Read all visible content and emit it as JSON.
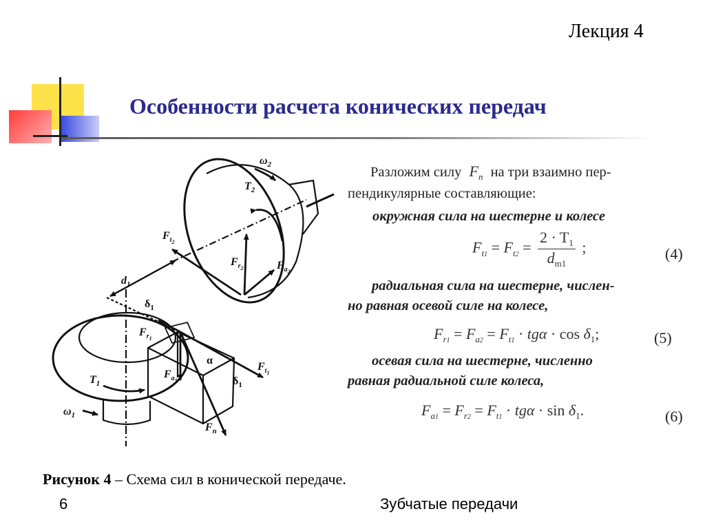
{
  "header": {
    "lecture": "Лекция 4",
    "title": "Особенности расчета конических передач"
  },
  "deco_colors": {
    "yellow": "#ffe24a",
    "red": "#ff4a4a",
    "blue": "#4a5ae6",
    "line": "#222222"
  },
  "figure": {
    "labels": {
      "omega2": "ω",
      "omega2_sub": "2",
      "T2": "T",
      "T2_sub": "2",
      "Ft2": "F",
      "Ft2_sub": "t",
      "Ft2_subsub": "2",
      "Fr2": "F",
      "Fr2_sub": "r",
      "Fr2_subsub": "2",
      "Fa2": "F",
      "Fa2_sub": "a",
      "Fa2_subsub": "2",
      "d1": "d",
      "d1_sub": "1",
      "delta1_top": "δ",
      "delta1_top_sub": "1",
      "Fr1": "F",
      "Fr1_sub": "r",
      "Fr1_subsub": "1",
      "alpha": "α",
      "Ft1": "F",
      "Ft1_sub": "t",
      "Ft1_subsub": "1",
      "T1": "T",
      "T1_sub": "1",
      "Fa1": "F",
      "Fa1_sub": "a",
      "Fa1_subsub": "1",
      "delta1_right": "δ",
      "delta1_right_sub": "1",
      "omega1": "ω",
      "omega1_sub": "1",
      "Fn": "F",
      "Fn_sub": "n"
    }
  },
  "text": {
    "intro_a": "Разложим силу",
    "intro_F": "F",
    "intro_n": "n",
    "intro_b": "на три взаимно пер-",
    "intro_c": "пендикулярные составляющие:",
    "h1": "окружная сила на шестерне и колесе",
    "h2a": "радиальная сила на шестерне, числен-",
    "h2b": "но равная осевой силе на колесе,",
    "h3a": "осевая сила на шестерне, численно",
    "h3b": "равная радиальной силе колеса,"
  },
  "formulas": {
    "f4": {
      "F": "F",
      "t": "t",
      "one": "1",
      "two": "2",
      "eq": "=",
      "num": "2 · T",
      "num_sub": "1",
      "den": "d",
      "den_sub": "m1",
      "end": ";",
      "number": "(4)"
    },
    "f5": {
      "F": "F",
      "r": "r",
      "a": "a",
      "t": "t",
      "one": "1",
      "two": "2",
      "eq": "=",
      "dot": "·",
      "tg": "tgα",
      "cos": "cos",
      "delta": "δ",
      "end": ";",
      "number": "(5)"
    },
    "f6": {
      "F": "F",
      "r": "r",
      "a": "a",
      "t": "t",
      "one": "1",
      "two": "2",
      "eq": "=",
      "dot": "·",
      "tg": "tgα",
      "sin": "sin",
      "delta": "δ",
      "end": ".",
      "number": "(6)"
    }
  },
  "caption": {
    "bold": "Рисунок 4",
    "rest": "– Схема сил в конической передаче."
  },
  "footer": {
    "page": "6",
    "title": "Зубчатые передачи"
  }
}
